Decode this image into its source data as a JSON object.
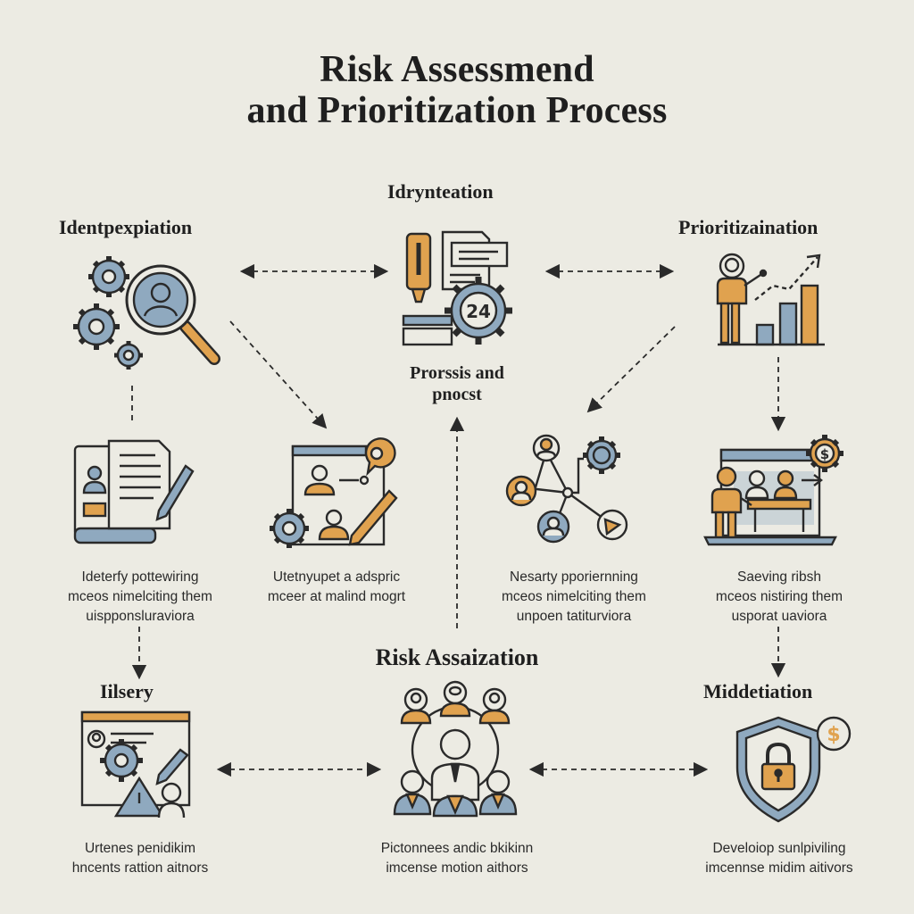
{
  "title": {
    "line1": "Risk Assessmend",
    "line2": "and Prioritization Process"
  },
  "nodes": {
    "identification": {
      "heading": "Identpexpiation"
    },
    "top_center": {
      "heading": "Idrynteation",
      "sub_line1": "Prorssis and",
      "sub_line2": "pnocst",
      "badge": "24"
    },
    "prioritization": {
      "heading": "Prioritizaination"
    },
    "mid_1": {
      "lines": [
        "Ideterfy pottewiring",
        "mceos nimelciting them",
        "uispponsluraviora"
      ]
    },
    "mid_2": {
      "lines": [
        "Utetnyupet a adspric",
        "mceer at malind mogrt"
      ]
    },
    "mid_3": {
      "lines": [
        "Nesarty pporiernning",
        "mceos nimelciting them",
        "unpoen tatiturviora"
      ]
    },
    "mid_4": {
      "lines": [
        "Saeving ribsh",
        "mceos nistiring them",
        "usporat uaviora"
      ]
    },
    "history": {
      "heading": "Iilsery",
      "lines": [
        "Urtenes penidikim",
        "hncents rattion aitnors"
      ]
    },
    "risk_assaization": {
      "heading": "Risk Assaization",
      "lines": [
        "Pictonnees andic bkikinn",
        "imcense motion aithors"
      ]
    },
    "middetiation": {
      "heading": "Middetiation",
      "lines": [
        "Develoiop sunlpiviling",
        "imcennse midim aitivors"
      ]
    }
  },
  "colors": {
    "background": "#ecebe3",
    "ink": "#2a2a2a",
    "blue": "#8fa9bf",
    "orange": "#e0a24f"
  }
}
